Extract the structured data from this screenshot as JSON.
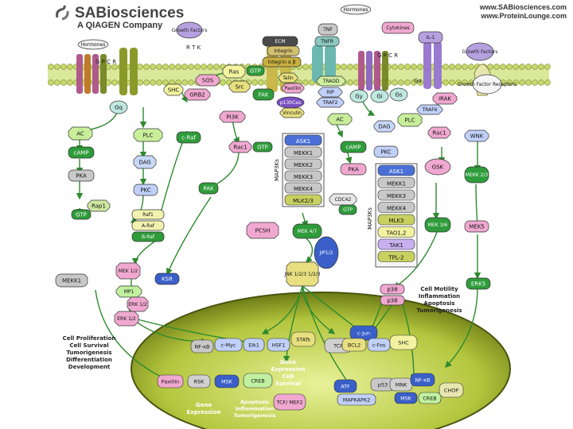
{
  "brand": {
    "logo_text": "SABiosciences",
    "sub_text": "A QIAGEN Company",
    "url1": "www.SABiosciences.com",
    "url2": "www.ProteinLounge.com"
  },
  "colors": {
    "membrane_green": "#b8d36a",
    "nucleus": "#9aae2a",
    "pink": "#f0a8d0",
    "grey": "#c8c8c8",
    "green": "#2e9c3a",
    "blue": "#3a5fc8",
    "yellow": "#e8e06a"
  },
  "membrane_labels": [
    "Hormones",
    "Growth Factors",
    "R T K",
    "ECM",
    "Integrin",
    "Integrin α β",
    "Hormones",
    "TNF",
    "TNFR",
    "Cytokines",
    "IL-1",
    "Growth Factors",
    "Growth Factor Receptors",
    "G P C R",
    "G P C R",
    "Gi",
    "Gs",
    "Gα"
  ],
  "nodes": {
    "gq": "Gq",
    "ac": "AC",
    "camp": "cAMP",
    "pka": "PKA",
    "rap1": "Rap1",
    "gtp1": "GTP",
    "plc": "PLC",
    "c-raf": "c-Raf",
    "dag": "DAG",
    "pkc": "PKC",
    "shc": "SHC",
    "grb2": "GRB2",
    "sos": "SOS",
    "ras": "Ras",
    "gtp2": "GTP",
    "src": "Src",
    "fak": "FAK",
    "paxillin": "Paxillin",
    "vinculin": "Vinculin",
    "talin": "Talin",
    "p130cas": "p130Cas",
    "pi3k": "PI3K",
    "rac1": "Rac1",
    "gtp3": "GTP",
    "pak": "PAK",
    "raf1": "Raf1",
    "a-raf": "A-Raf",
    "b-raf": "B-Raf",
    "mekk1": "MEKK1",
    "mek12": "MEK 1/2",
    "mp1": "MP1",
    "ksr": "KSR",
    "erk12a": "ERK 1/2",
    "erk12b": "ERK 1/2",
    "map3ks1_header": "MAP3Ks",
    "map3ks1": [
      "ASK1",
      "MEKK1",
      "MEKK2",
      "MEKK3",
      "MEKK4",
      "MLK2/3"
    ],
    "cdc42": "CDC42",
    "gtp4": "GTP",
    "pcsh": "PCSH",
    "mek47": "MEK 4/7",
    "jip12": "JIP1/2",
    "jnk": [
      "JNK",
      "1/2/3",
      "1/2/3"
    ],
    "tradd": "TRADD",
    "rip": "RIP",
    "traf2": "TRAF2",
    "gy": "Gy",
    "ac2": "AC",
    "camp2": "cAMP",
    "pka2": "PKA",
    "dag2": "DAG",
    "pkc2": "PKC",
    "plc2": "PLC",
    "map3ks2_header": "MAP3Ks",
    "map3ks2": [
      "ASK1",
      "MEKK1",
      "MEKK3",
      "MEKK4",
      "MLK3",
      "TAO1,2",
      "TAK1",
      "TPL-2"
    ],
    "irak": "IRAK",
    "traf6": "TRAF6",
    "rac1b": "Rac1",
    "gsk": "GSK",
    "wnk": "WNK",
    "mekk23": "MEKK 2/3",
    "mek36": "MEK 3/6",
    "mek5": "MEK5",
    "erk5": "ERK5",
    "p38a": "p38",
    "p38b": "p38"
  },
  "nucleus_nodes": [
    "NF-κB",
    "c-Myc",
    "Elk1",
    "HSF1",
    "STATs",
    "TCF",
    "c-Jun",
    "BCL2",
    "c-Fos",
    "SHC",
    "Paxillin",
    "RSK",
    "MSK",
    "CREB",
    "ATF",
    "p53",
    "MNK",
    "NF-κB",
    "MAPKAPK2",
    "MSK",
    "CREB",
    "CHOP",
    "TCF/ MEF2"
  ],
  "outcomes": {
    "left": [
      "Cell Proliferation",
      "Cell Survival",
      "Tumorigenesis",
      "Differentiation",
      "Development"
    ],
    "right": [
      "Cell Motility",
      "Inflammation",
      "Apoptosis",
      "Tumorigenesis"
    ],
    "nucleus_mid": [
      "Gene",
      "Expression",
      "Cell",
      "Survival"
    ],
    "nucleus_bottom1": [
      "Gene",
      "Expression"
    ],
    "nucleus_bottom2": [
      "Apoptosis",
      "Inflammation",
      "Tumorigenesis"
    ]
  }
}
